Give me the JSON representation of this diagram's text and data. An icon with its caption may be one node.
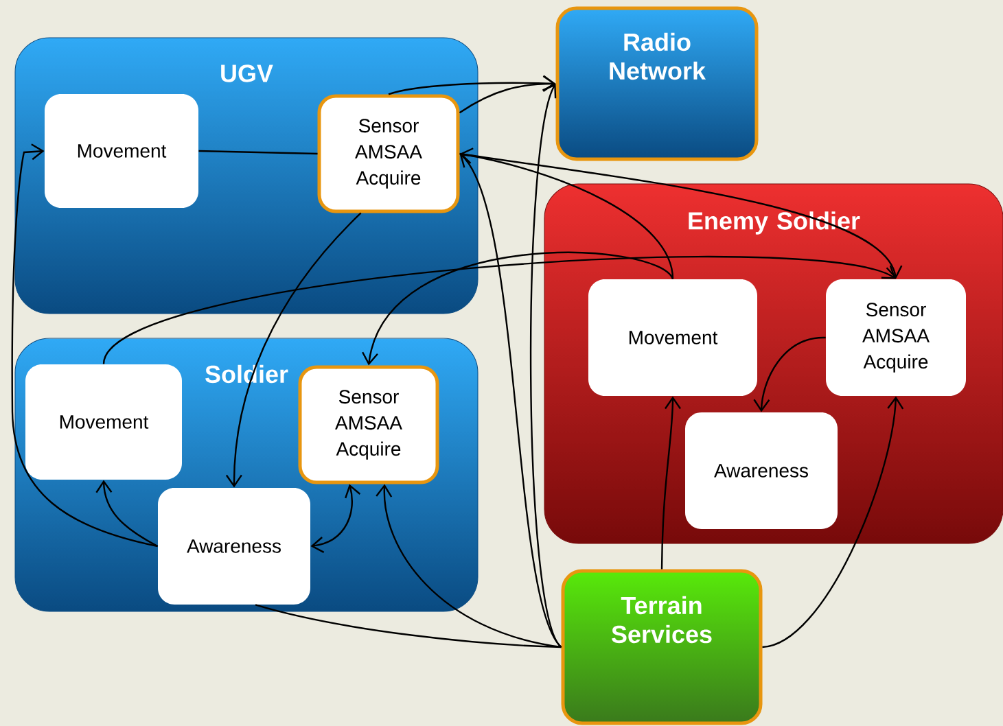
{
  "diagram": {
    "nodes": [
      {
        "text": [
          "UGV"
        ]
      },
      {
        "text": [
          "Movement"
        ],
        "in": 0
      },
      {
        "text": [
          "Sensor AMSAA Acquire"
        ],
        "in": 0
      },
      {
        "text": [
          "Radio Network"
        ]
      },
      {
        "text": [
          "Enemy Soldier"
        ]
      },
      {
        "text": [
          "Movement"
        ],
        "in": 4
      },
      {
        "text": [
          "Sensor AMSAA Acquire"
        ],
        "in": 4
      },
      {
        "text": [
          "Awareness"
        ],
        "in": 4
      },
      {
        "text": [
          "Soldier"
        ]
      },
      {
        "text": [
          "Movement"
        ],
        "in": 8
      },
      {
        "text": [
          "Sensor AMSAA Acquire"
        ],
        "in": 8
      },
      {
        "text": [
          "Awareness"
        ],
        "in": 8
      },
      {
        "text": [
          "Terrain Services"
        ]
      }
    ],
    "edges": [
      {
        "from": 1,
        "to": 2,
        "arrow": "none"
      },
      {
        "from": 11,
        "to": 1,
        "arrow": "to"
      },
      {
        "from": 2,
        "to": 3,
        "arrow": "to"
      },
      {
        "from": 2,
        "to": 3,
        "arrow": "to"
      },
      {
        "from": 12,
        "to": 3,
        "arrow": "to"
      },
      {
        "from": 12,
        "to": 2,
        "arrow": "to"
      },
      {
        "from": 5,
        "to": 2,
        "arrow": "to"
      },
      {
        "from": 2,
        "to": 6,
        "arrow": "to"
      },
      {
        "from": 9,
        "to": 6,
        "arrow": "to"
      },
      {
        "from": 5,
        "to": 10,
        "arrow": "to"
      },
      {
        "from": 2,
        "to": 11,
        "arrow": "to"
      },
      {
        "from": 11,
        "to": 9,
        "arrow": "to"
      },
      {
        "from": 11,
        "to": 10,
        "arrow": "both"
      },
      {
        "from": 12,
        "to": 10,
        "arrow": "to"
      },
      {
        "from": 11,
        "to": 12,
        "arrow": "none"
      },
      {
        "from": 6,
        "to": 7,
        "arrow": "to"
      },
      {
        "from": 12,
        "to": 5,
        "arrow": "to"
      },
      {
        "from": 12,
        "to": 6,
        "arrow": "to"
      }
    ]
  }
}
